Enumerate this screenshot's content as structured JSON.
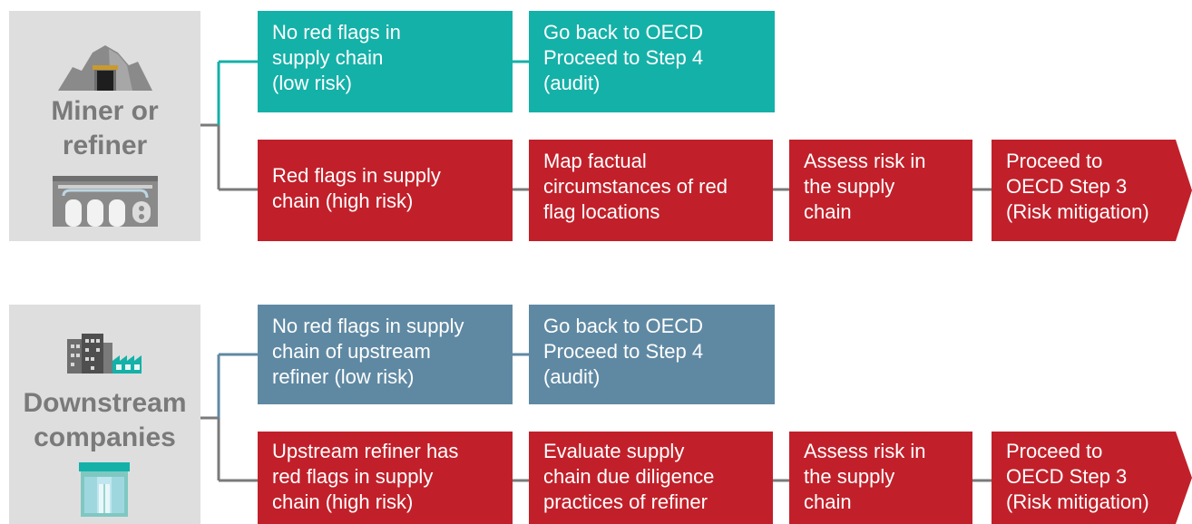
{
  "groups": [
    {
      "label_lines": [
        "Miner or",
        "refiner"
      ],
      "top_icon": "mine-icon",
      "bottom_icon": "refinery-icon",
      "rows": [
        {
          "boxes": [
            {
              "lines": [
                "No red flags in",
                "supply chain",
                "(low risk)"
              ],
              "color": "#14b1a8"
            },
            {
              "lines": [
                "Go back to OECD",
                "Proceed to Step 4",
                "(audit)"
              ],
              "color": "#14b1a8"
            }
          ]
        },
        {
          "boxes": [
            {
              "lines": [
                "Red flags in supply",
                "chain (high risk)"
              ],
              "color": "#c1202a"
            },
            {
              "lines": [
                "Map factual",
                "circumstances of red",
                "flag locations"
              ],
              "color": "#c1202a"
            },
            {
              "lines": [
                "Assess risk in",
                "the supply",
                "chain"
              ],
              "color": "#c1202a"
            },
            {
              "lines": [
                "Proceed to",
                "OECD Step 3",
                "(Risk mitigation)"
              ],
              "color": "#c1202a"
            }
          ]
        }
      ]
    },
    {
      "label_lines": [
        "Downstream",
        "companies"
      ],
      "top_icon": "buildings-icon",
      "bottom_icon": "storefront-icon",
      "rows": [
        {
          "boxes": [
            {
              "lines": [
                "No red flags in supply",
                "chain of upstream",
                "refiner (low risk)"
              ],
              "color": "#5f89a3"
            },
            {
              "lines": [
                "Go back to OECD",
                "Proceed to Step 4",
                "(audit)"
              ],
              "color": "#5f89a3"
            }
          ]
        },
        {
          "boxes": [
            {
              "lines": [
                "Upstream refiner has",
                "red flags in supply",
                "chain (high risk)"
              ],
              "color": "#c1202a"
            },
            {
              "lines": [
                "Evaluate supply",
                "chain due diligence",
                "practices of refiner"
              ],
              "color": "#c1202a"
            },
            {
              "lines": [
                "Assess risk in",
                "the supply",
                "chain"
              ],
              "color": "#c1202a"
            },
            {
              "lines": [
                "Proceed to",
                "OECD Step 3",
                "(Risk mitigation)"
              ],
              "color": "#c1202a"
            }
          ]
        }
      ]
    }
  ]
}
